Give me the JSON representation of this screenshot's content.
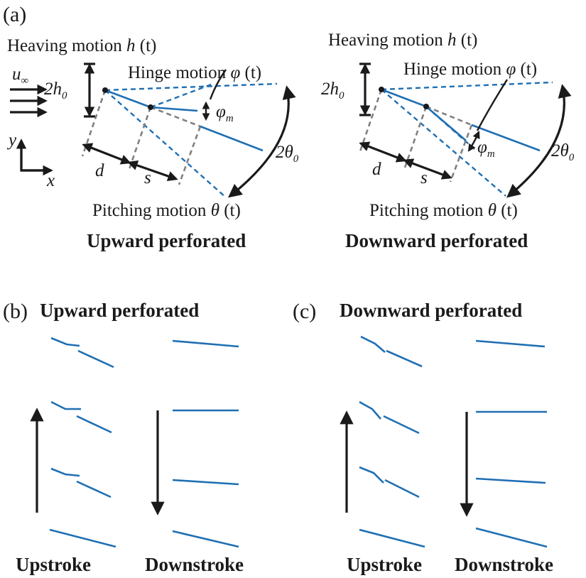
{
  "panel_a": {
    "label": "(a)",
    "left": {
      "heaving": "Heaving motion ",
      "heaving_sym": "h",
      "heaving_arg": " (t)",
      "hinge": "Hinge motion ",
      "hinge_sym": "φ",
      "hinge_arg": " (t)",
      "pitching": "Pitching motion ",
      "pitching_sym": "θ",
      "pitching_arg": " (t)",
      "amp_h": "2h",
      "amp_h_sub": "0",
      "amp_theta": "2θ",
      "amp_theta_sub": "0",
      "phi_m": "φ",
      "phi_m_sub": "m",
      "d": "d",
      "s": "s",
      "u_inf": "u",
      "u_inf_sub": "∞",
      "axis_x": "x",
      "axis_y": "y",
      "caption": "Upward perforated"
    },
    "right": {
      "heaving": "Heaving motion ",
      "heaving_sym": "h",
      "heaving_arg": " (t)",
      "hinge": "Hinge motion ",
      "hinge_sym": "φ",
      "hinge_arg": " (t)",
      "pitching": "Pitching motion ",
      "pitching_sym": "θ",
      "pitching_arg": " (t)",
      "amp_h": "2h",
      "amp_h_sub": "0",
      "amp_theta": "2θ",
      "amp_theta_sub": "0",
      "phi_m": "φ",
      "phi_m_sub": "m",
      "d": "d",
      "s": "s",
      "caption": "Downward perforated"
    }
  },
  "panel_b": {
    "label": "(b)",
    "title": "Upward perforated",
    "upstroke": "Upstroke",
    "downstroke": "Downstroke"
  },
  "panel_c": {
    "label": "(c)",
    "title": "Downward perforated",
    "upstroke": "Upstroke",
    "downstroke": "Downstroke"
  },
  "colors": {
    "plate": "#1f6fb3",
    "reference_dashed": "#808080",
    "text": "#1a1a1a"
  }
}
